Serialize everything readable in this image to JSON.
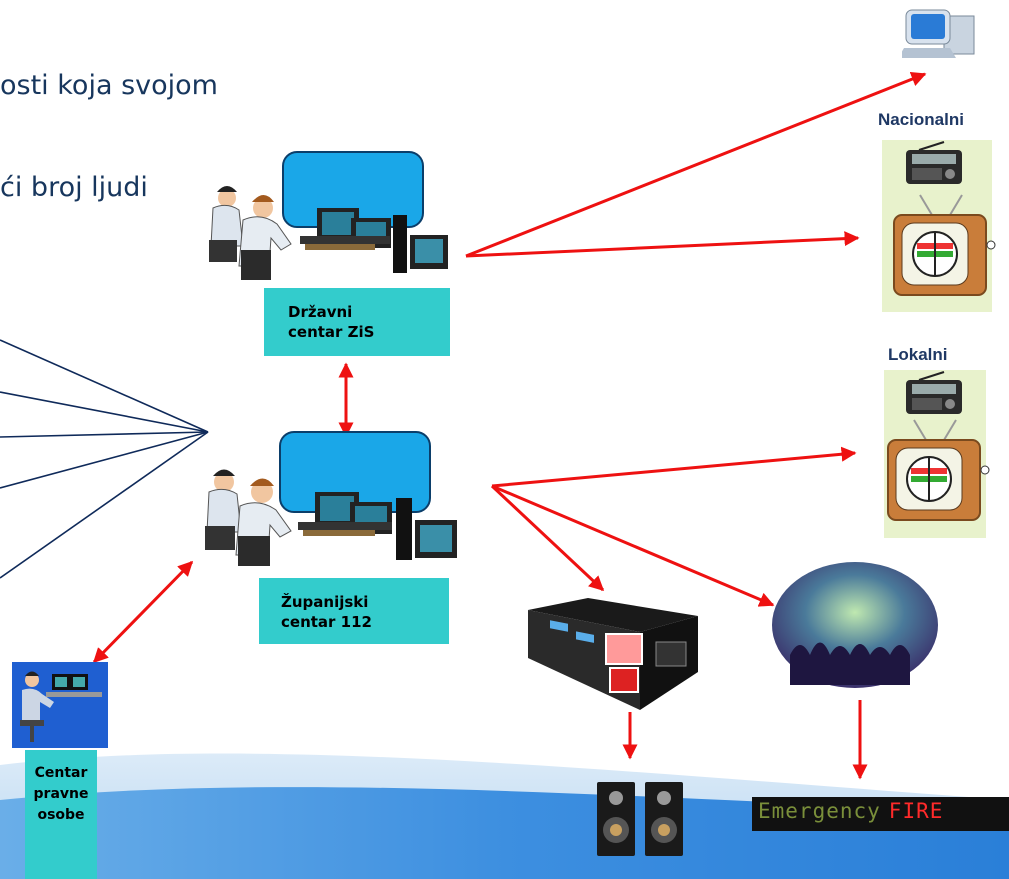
{
  "slide": {
    "text_line_1": "osti koja svojom",
    "text_line_2": "ći broj ljudi"
  },
  "nodes": {
    "state_center": {
      "line1": "Državni",
      "line2": "centar ZiS"
    },
    "county_center": {
      "line1": "Županijski",
      "line2": "centar 112"
    },
    "legal_center": {
      "line1": "Centar",
      "line2": "pravne",
      "line3": "osobe"
    }
  },
  "media": {
    "national_label": "Nacionalni",
    "local_label": "Lokalni"
  },
  "ticker": {
    "word1": "Emergency",
    "word2": "FIRE"
  },
  "colors": {
    "arrow": "#ee1111",
    "fan_lines": "#0f2a5a",
    "label_bg": "#33cccc",
    "text": "#17365d"
  }
}
